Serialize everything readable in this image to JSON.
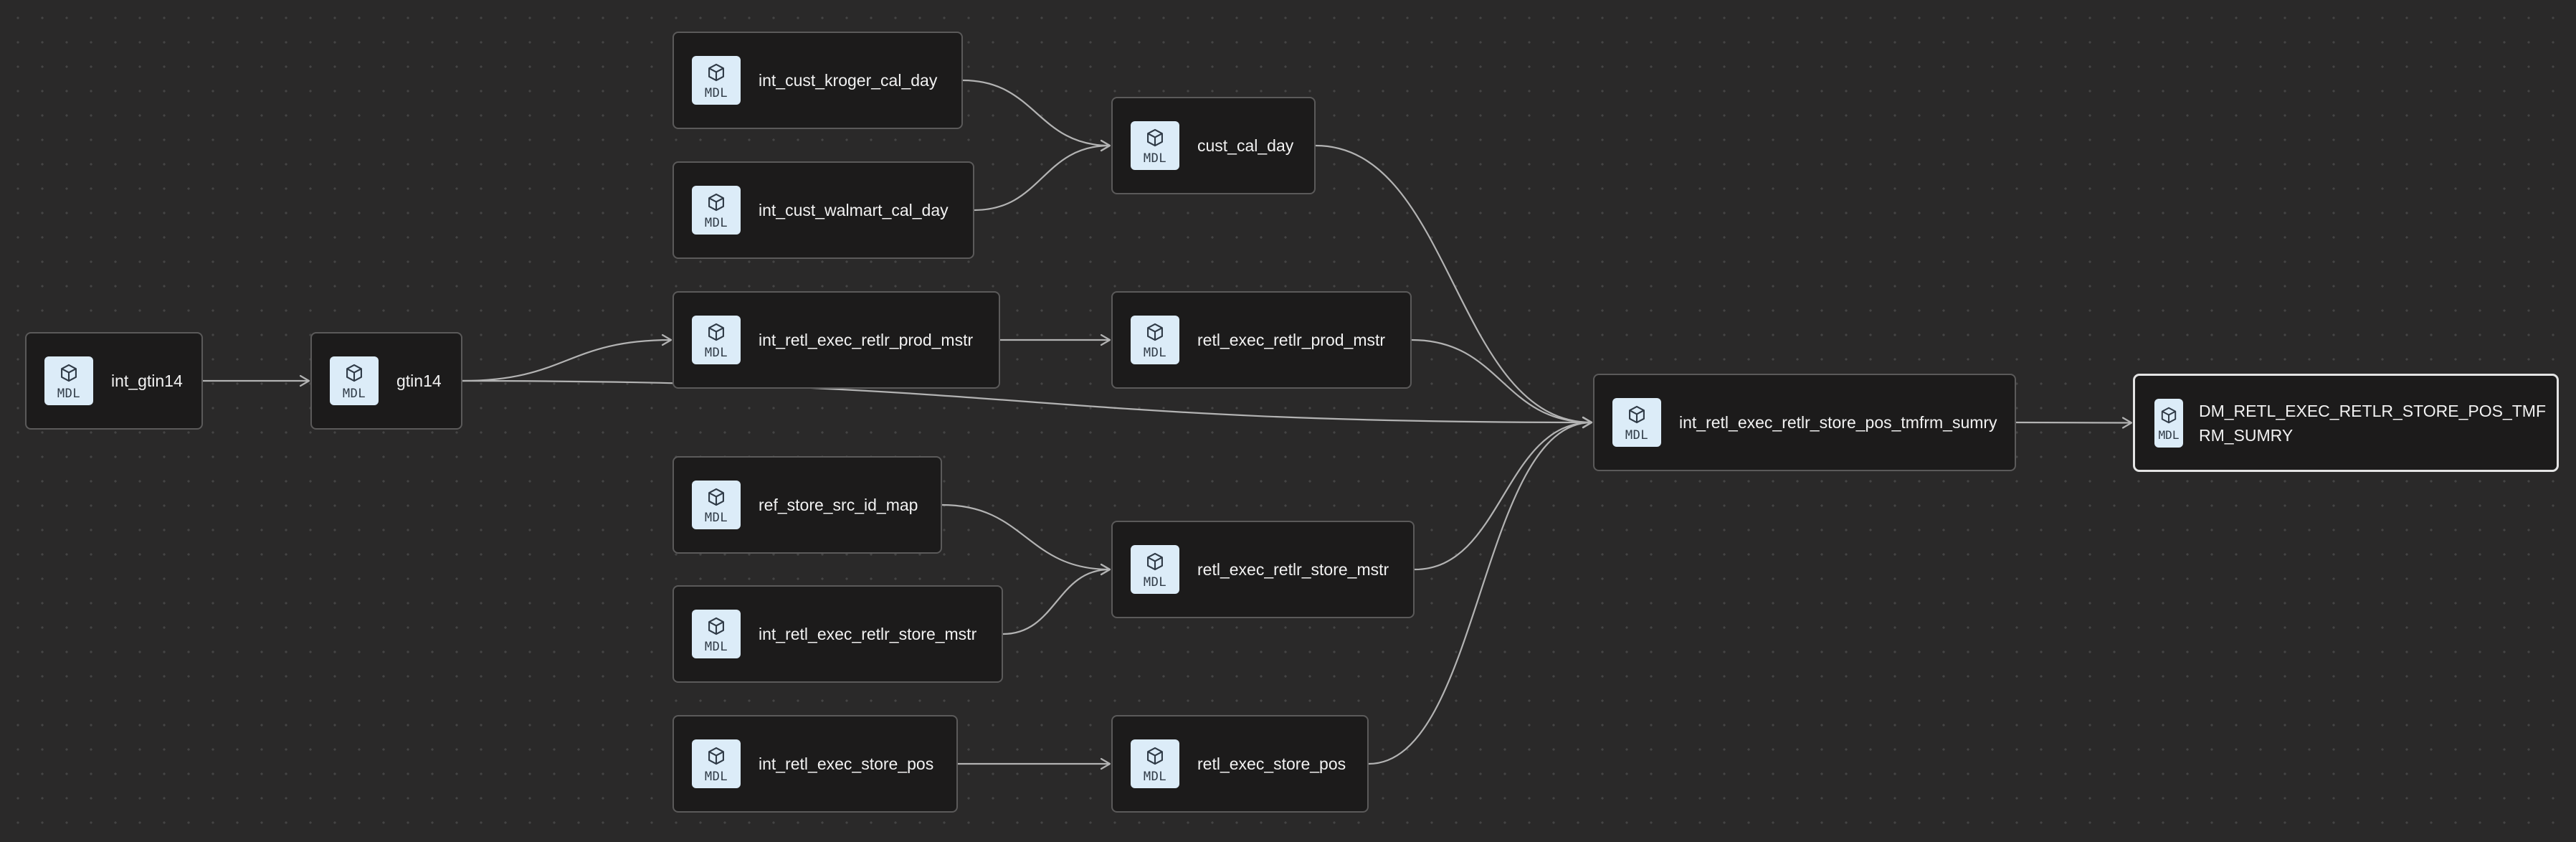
{
  "badge_text": "MDL",
  "badge_icon": "cube-icon",
  "colors": {
    "canvas_background": "#2a2929",
    "node_background": "#1c1b1b",
    "node_border": "#5b5a5a",
    "selected_border": "#e4e4e4",
    "badge_background": "#dcecf8",
    "edge": "#b3b3b3"
  },
  "nodes": [
    {
      "id": "int_gtin14",
      "label": "int_gtin14",
      "type": "model"
    },
    {
      "id": "gtin14",
      "label": "gtin14",
      "type": "model"
    },
    {
      "id": "int_cust_kroger_cal_day",
      "label": "int_cust_kroger_cal_day",
      "type": "model"
    },
    {
      "id": "int_cust_walmart_cal_day",
      "label": "int_cust_walmart_cal_day",
      "type": "model"
    },
    {
      "id": "int_retl_exec_retlr_prod_mstr",
      "label": "int_retl_exec_retlr_prod_mstr",
      "type": "model"
    },
    {
      "id": "ref_store_src_id_map",
      "label": "ref_store_src_id_map",
      "type": "model"
    },
    {
      "id": "int_retl_exec_retlr_store_mstr",
      "label": "int_retl_exec_retlr_store_mstr",
      "type": "model"
    },
    {
      "id": "int_retl_exec_store_pos",
      "label": "int_retl_exec_store_pos",
      "type": "model"
    },
    {
      "id": "cust_cal_day",
      "label": "cust_cal_day",
      "type": "model"
    },
    {
      "id": "retl_exec_retlr_prod_mstr",
      "label": "retl_exec_retlr_prod_mstr",
      "type": "model"
    },
    {
      "id": "retl_exec_retlr_store_mstr",
      "label": "retl_exec_retlr_store_mstr",
      "type": "model"
    },
    {
      "id": "retl_exec_store_pos",
      "label": "retl_exec_store_pos",
      "type": "model"
    },
    {
      "id": "int_retl_exec_retlr_store_pos_tmfrm_sumry",
      "label": "int_retl_exec_retlr_store_pos_tmfrm_sumry",
      "type": "model"
    },
    {
      "id": "DM_RETL_EXEC_RETLR_STORE_POS_TMFRM_SUMRY",
      "label": "DM_RETL_EXEC_RETLR_STORE_POS_TMFRM_SUMRY",
      "type": "model",
      "selected": true
    }
  ],
  "edges": [
    {
      "from": "int_gtin14",
      "to": "gtin14"
    },
    {
      "from": "gtin14",
      "to": "int_retl_exec_retlr_prod_mstr"
    },
    {
      "from": "gtin14",
      "to": "int_retl_exec_retlr_store_pos_tmfrm_sumry"
    },
    {
      "from": "int_cust_kroger_cal_day",
      "to": "cust_cal_day"
    },
    {
      "from": "int_cust_walmart_cal_day",
      "to": "cust_cal_day"
    },
    {
      "from": "int_retl_exec_retlr_prod_mstr",
      "to": "retl_exec_retlr_prod_mstr"
    },
    {
      "from": "ref_store_src_id_map",
      "to": "retl_exec_retlr_store_mstr"
    },
    {
      "from": "int_retl_exec_retlr_store_mstr",
      "to": "retl_exec_retlr_store_mstr"
    },
    {
      "from": "int_retl_exec_store_pos",
      "to": "retl_exec_store_pos"
    },
    {
      "from": "cust_cal_day",
      "to": "int_retl_exec_retlr_store_pos_tmfrm_sumry"
    },
    {
      "from": "retl_exec_retlr_prod_mstr",
      "to": "int_retl_exec_retlr_store_pos_tmfrm_sumry"
    },
    {
      "from": "retl_exec_retlr_store_mstr",
      "to": "int_retl_exec_retlr_store_pos_tmfrm_sumry"
    },
    {
      "from": "retl_exec_store_pos",
      "to": "int_retl_exec_retlr_store_pos_tmfrm_sumry"
    },
    {
      "from": "int_retl_exec_retlr_store_pos_tmfrm_sumry",
      "to": "DM_RETL_EXEC_RETLR_STORE_POS_TMFRM_SUMRY"
    }
  ]
}
